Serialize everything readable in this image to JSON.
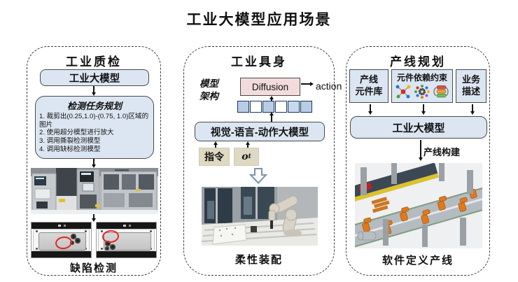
{
  "title": "工业大模型应用场景",
  "colors": {
    "box_blue": "#dce6f2",
    "box_border": "#4a4a4a",
    "diffusion_pink": "#f2dcdb",
    "input_tan": "#ddd9c3",
    "token_blue": "#b8cce4",
    "token_border": "#17365d",
    "annotation_red": "#e8241d",
    "robot_orange": "#e0791c"
  },
  "left_panel": {
    "title": "工业质检",
    "model_box": "工业大模型",
    "task_box": {
      "title": "检测任务规划",
      "items": [
        "1. 裁剪出(0.25,1.0)-(0.75, 1.0)区域的图片",
        "2. 使用超分模型进行放大",
        "3. 调用撕裂检测模型",
        "4. 调用缺标检测模型"
      ]
    },
    "images": [
      "factory-inspection-line-photo",
      "phone-defect-photos"
    ],
    "caption": "缺陷检测"
  },
  "middle_panel": {
    "title": "工业具身",
    "arch_label_line1": "模型",
    "arch_label_line2": "架构",
    "diffusion": "Diffusion",
    "action": "action",
    "vla_box": "视觉-语言-动作大模型",
    "instruction": "指令",
    "observation_base": "o",
    "observation_sub": "t",
    "images": [
      "robot-arm-assembly-photo"
    ],
    "caption": "柔性装配"
  },
  "right_panel": {
    "title": "产线规划",
    "input1_line1": "产线",
    "input1_line2": "元件库",
    "input2_title": "元件依赖约束",
    "input2_icons": [
      "network-graph-icon",
      "gear-cycle-icon",
      "process-stack-icon"
    ],
    "input3_line1": "业务",
    "input3_line2": "描述",
    "model_box": "工业大模型",
    "flow_label": "产线构建",
    "images": [
      "production-line-3d-render"
    ],
    "caption": "软件定义产线"
  }
}
